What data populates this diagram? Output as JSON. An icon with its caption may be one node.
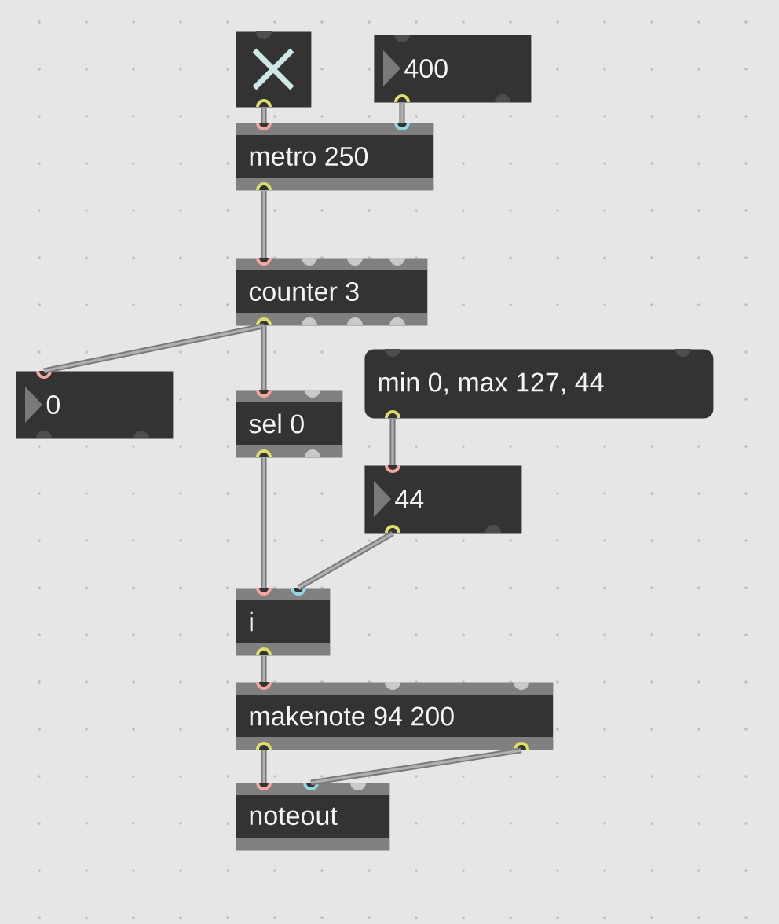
{
  "diagram": {
    "nodes": [
      {
        "text": [],
        "shape": "box"
      },
      {
        "text": [
          "400"
        ]
      },
      {
        "text": [
          "metro 250"
        ]
      },
      {
        "text": [
          "counter 3"
        ]
      },
      {
        "text": [
          "0"
        ]
      },
      {
        "text": [
          "sel 0"
        ]
      },
      {
        "text": [
          "min 0, max 127, 44"
        ]
      },
      {
        "text": [
          "44"
        ]
      },
      {
        "text": [
          "i"
        ]
      },
      {
        "text": [
          "makenote 94 200"
        ]
      },
      {
        "text": [
          "noteout"
        ]
      }
    ],
    "edges": [
      {
        "from": 0,
        "to": 2,
        "arrow": "none"
      },
      {
        "from": 1,
        "to": 2,
        "arrow": "none"
      },
      {
        "from": 2,
        "to": 3,
        "arrow": "none"
      },
      {
        "from": 3,
        "to": 4,
        "arrow": "none"
      },
      {
        "from": 3,
        "to": 5,
        "arrow": "none"
      },
      {
        "from": 6,
        "to": 7,
        "arrow": "none"
      },
      {
        "from": 5,
        "to": 8,
        "arrow": "none"
      },
      {
        "from": 7,
        "to": 8,
        "arrow": "none"
      },
      {
        "from": 8,
        "to": 9,
        "arrow": "none"
      },
      {
        "from": 9,
        "to": 10,
        "arrow": "none"
      },
      {
        "from": 9,
        "to": 10,
        "arrow": "none"
      }
    ]
  }
}
